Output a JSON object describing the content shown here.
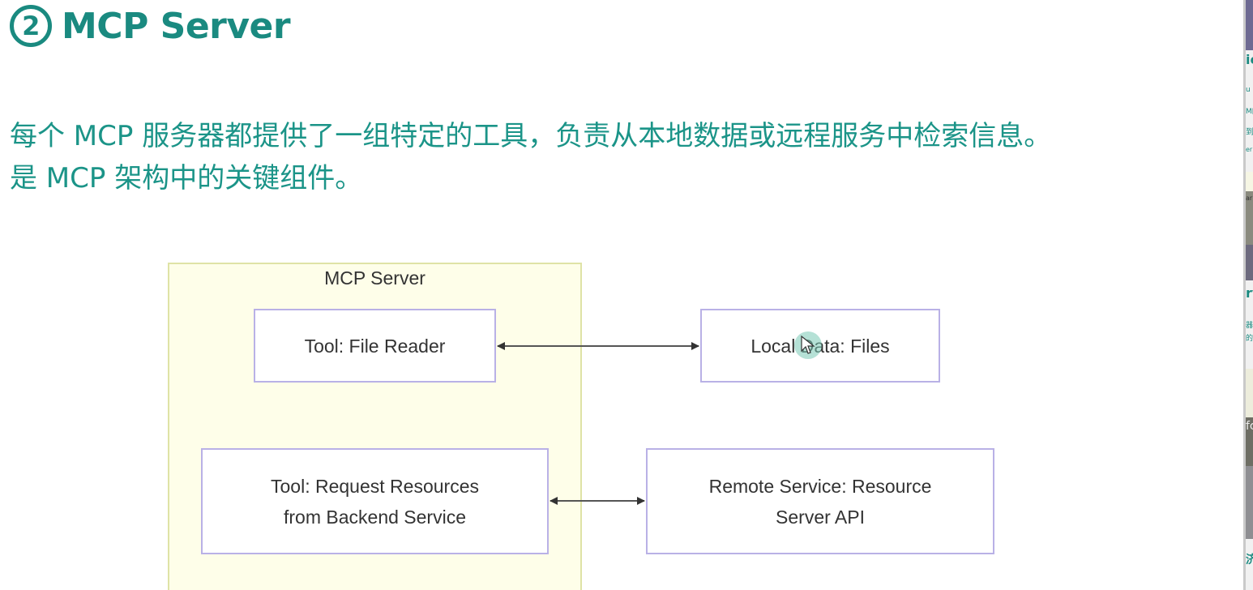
{
  "slide": {
    "number_badge": "2",
    "title": "MCP Server",
    "description_lines": [
      "每个 MCP 服务器都提供了一组特定的工具，负责从本地数据或远程服务中检索信息。",
      "是 MCP 架构中的关键组件。"
    ],
    "accent_color": "#1a8a80"
  },
  "diagram": {
    "container_label": "MCP Server",
    "nodes": {
      "file_reader": {
        "lines": [
          "Tool: File Reader"
        ]
      },
      "local_data": {
        "lines": [
          "Local Data: Files"
        ]
      },
      "request_resources": {
        "lines": [
          "Tool: Request Resources",
          "from Backend Service"
        ]
      },
      "remote_service": {
        "lines": [
          "Remote Service: Resource",
          "Server API"
        ]
      }
    },
    "edges": [
      {
        "from": "file_reader",
        "to": "local_data",
        "direction": "bidirectional"
      },
      {
        "from": "request_resources",
        "to": "remote_service",
        "direction": "bidirectional"
      }
    ],
    "colors": {
      "container_fill": "#fefee9",
      "container_border": "#dfe3a6",
      "node_border": "#b9b1e6",
      "edge": "#333333"
    }
  },
  "side_panel": {
    "text_fragments": [
      "ie",
      "u",
      "M的",
      "到",
      "er",
      "ar",
      "rv",
      "器",
      "的",
      "fc",
      "济"
    ]
  }
}
